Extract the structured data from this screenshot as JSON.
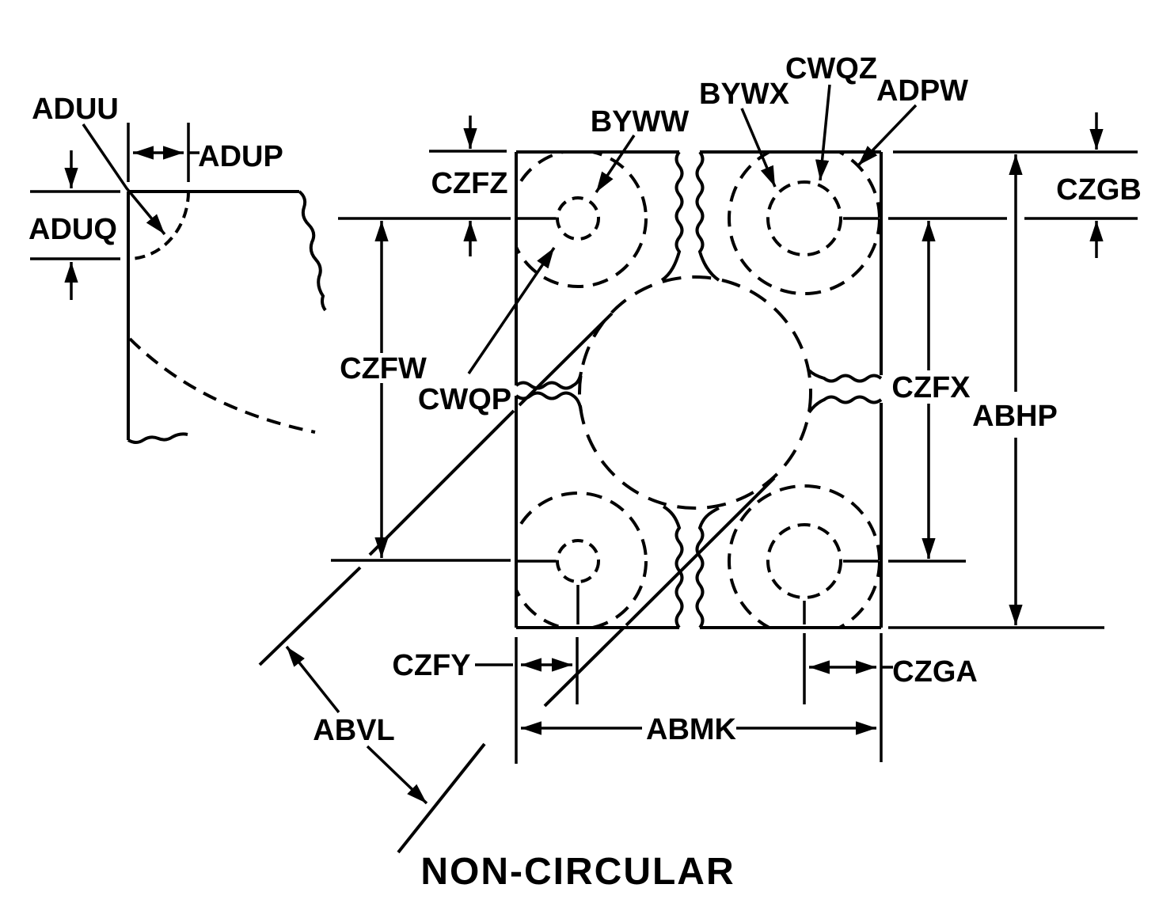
{
  "figure": {
    "type": "engineering-dimensioned-drawing",
    "caption": "NON-CIRCULAR",
    "ink_color": "#000000",
    "background_color": "#ffffff",
    "labels": {
      "aduu": "ADUU",
      "adup": "ADUP",
      "aduq": "ADUQ",
      "czfz": "CZFZ",
      "byww": "BYWW",
      "bywx": "BYWX",
      "cwqz": "CWQZ",
      "adpw": "ADPW",
      "czgb": "CZGB",
      "czfw": "CZFW",
      "cwqp": "CWQP",
      "czfx": "CZFX",
      "abhp": "ABHP",
      "czfy": "CZFY",
      "czga": "CZGA",
      "abvl": "ABVL",
      "abmk": "ABMK"
    }
  }
}
